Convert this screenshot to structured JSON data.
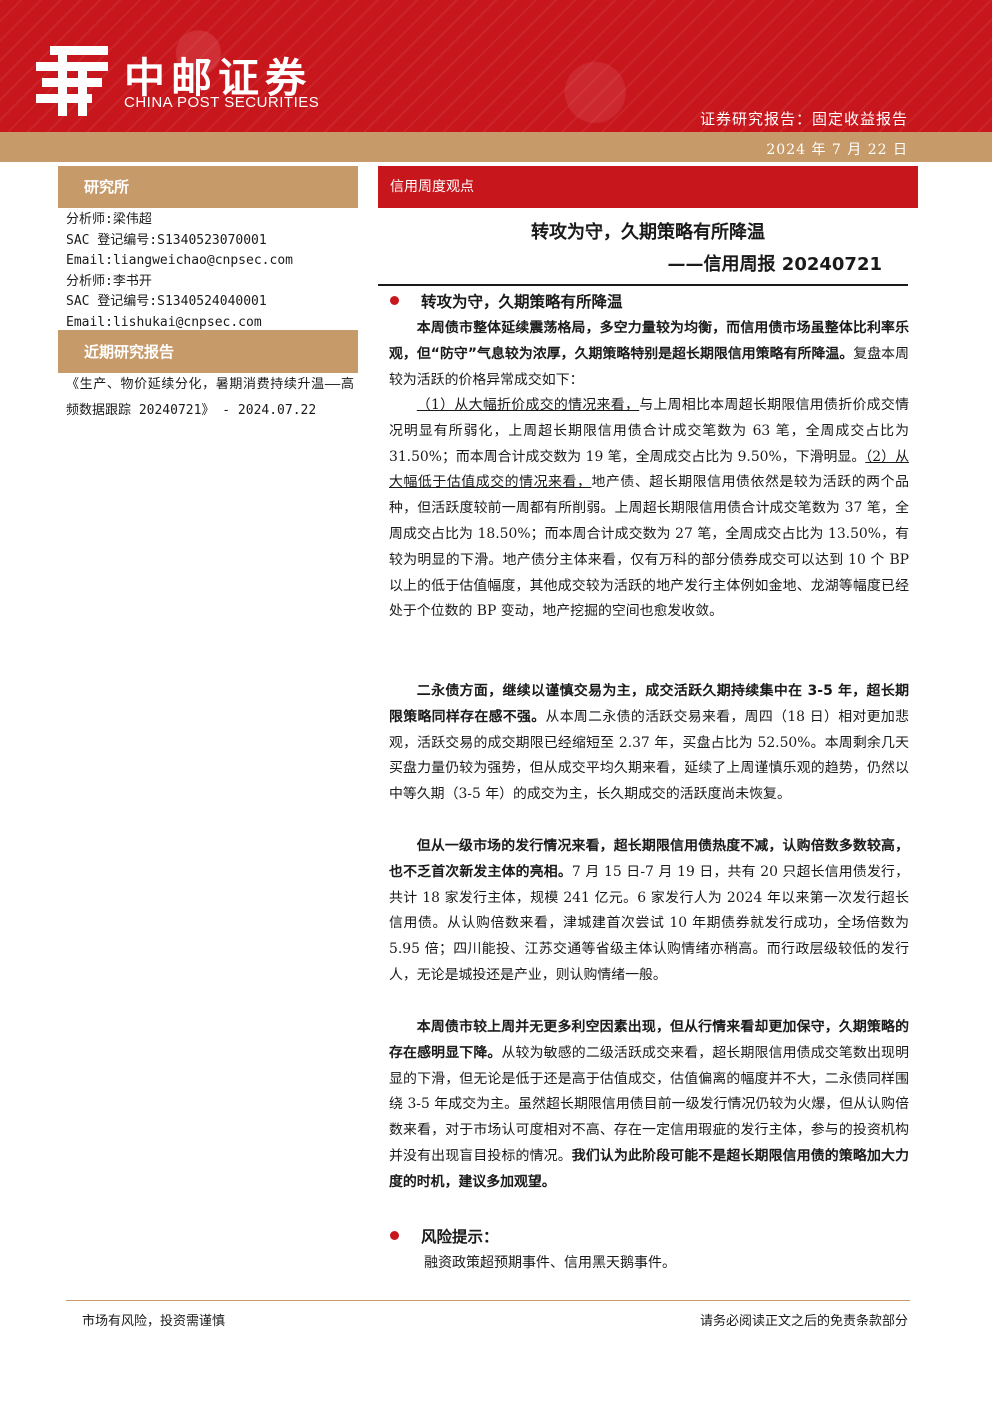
{
  "header": {
    "logo_cn": "中邮证券",
    "logo_en": "CHINA POST SECURITIES",
    "report_type": "证券研究报告：固定收益报告",
    "date": "2024 年 7 月 22 日"
  },
  "sidebar": {
    "institute_label": "研究所",
    "analysts": [
      {
        "name": "分析师:梁伟超",
        "sac": "SAC 登记编号:S1340523070001",
        "email": "Email:liangweichao@cnpsec.com"
      },
      {
        "name": "分析师:李书开",
        "sac": "SAC 登记编号:S1340524040001",
        "email": "Email:lishukai@cnpsec.com"
      }
    ],
    "recent_label": "近期研究报告",
    "recent_report": "《生产、物价延续分化，暑期消费持续升温——高频数据跟踪 20240721》 - 2024.07.22"
  },
  "main": {
    "section_tab": "信用周度观点",
    "title": "转攻为守，久期策略有所降温",
    "subtitle": "——信用周报 20240721",
    "bullet1": "转攻为守，久期策略有所降温",
    "p1": {
      "bold": "本周债市整体延续震荡格局，多空力量较为均衡，而信用债市场虽整体比利率乐观，但“防守”气息较为浓厚，久期策略特别是超长期限信用策略有所降温。",
      "text": "复盘本周较为活跃的价格异常成交如下："
    },
    "p2": {
      "u1": "（1）从大幅折价成交的情况来看，",
      "t1": "与上周相比本周超长期限信用债折价成交情况明显有所弱化，上周超长期限信用债合计成交笔数为 63 笔，全周成交占比为 31.50%；而本周合计成交数为 19 笔，全周成交占比为 9.50%，下滑明显。",
      "u2": "（2）从大幅低于估值成交的情况来看，",
      "t2": "地产债、超长期限信用债依然是较为活跃的两个品种，但活跃度较前一周都有所削弱。上周超长期限信用债合计成交笔数为 37 笔，全周成交占比为 18.50%；而本周合计成交数为 27 笔，全周成交占比为 13.50%，有较为明显的下滑。地产债分主体来看，仅有万科的部分债券成交可以达到 10 个 BP 以上的低于估值幅度，其他成交较为活跃的地产发行主体例如金地、龙湖等幅度已经处于个位数的 BP 变动，地产挖掘的空间也愈发收敛。"
    },
    "p3": {
      "bold": "二永债方面，继续以谨慎交易为主，成交活跃久期持续集中在 3-5 年，超长期限策略同样存在感不强。",
      "text": "从本周二永债的活跃交易来看，周四（18 日）相对更加悲观，活跃交易的成交期限已经缩短至 2.37 年，买盘占比为 52.50%。本周剩余几天买盘力量仍较为强势，但从成交平均久期来看，延续了上周谨慎乐观的趋势，仍然以中等久期（3-5 年）的成交为主，长久期成交的活跃度尚未恢复。"
    },
    "p4": {
      "bold": "但从一级市场的发行情况来看，超长期限信用债热度不减，认购倍数多数较高，也不乏首次新发主体的亮相。",
      "text": "7 月 15 日-7 月 19 日，共有 20 只超长信用债发行，共计 18 家发行主体，规模 241 亿元。6 家发行人为 2024 年以来第一次发行超长信用债。从认购倍数来看，津城建首次尝试 10 年期债券就发行成功，全场倍数为 5.95 倍；四川能投、江苏交通等省级主体认购情绪亦稍高。而行政层级较低的发行人，无论是城投还是产业，则认购情绪一般。"
    },
    "p5": {
      "bold1": "本周债市较上周并无更多利空因素出现，但从行情来看却更加保守，久期策略的存在感明显下降。",
      "text": "从较为敏感的二级活跃成交来看，超长期限信用债成交笔数出现明显的下滑，但无论是低于还是高于估值成交，估值偏离的幅度并不大，二永债同样围绕 3-5 年成交为主。虽然超长期限信用债目前一级发行情况仍较为火爆，但从认购倍数来看，对于市场认可度相对不高、存在一定信用瑕疵的发行主体，参与的投资机构并没有出现盲目投标的情况。",
      "bold2": "我们认为此阶段可能不是超长期限信用债的策略加大力度的时机，建议多加观望。"
    },
    "bullet2": "风险提示：",
    "risk_text": "融资政策超预期事件、信用黑天鹅事件。"
  },
  "footer": {
    "left": "市场有风险，投资需谨慎",
    "right": "请务必阅读正文之后的免责条款部分"
  },
  "colors": {
    "brand_red": "#c8161d",
    "accent_tan": "#c79a6a"
  }
}
